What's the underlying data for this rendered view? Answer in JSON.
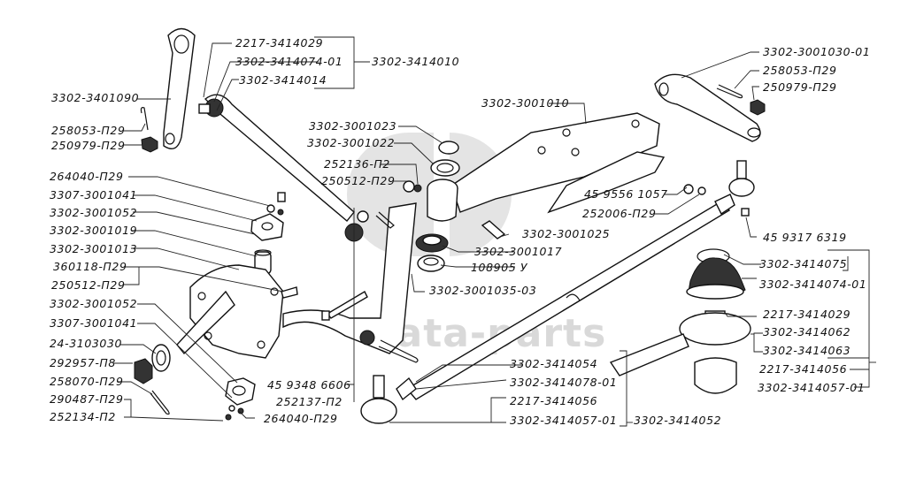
{
  "diagram": {
    "title": "",
    "watermark": "data-parts",
    "labels": {
      "l2217_3414029_top": "2217-3414029",
      "l3302_3414074_01_top": "3302-3414074-01",
      "l3302_3414010": "3302-3414010",
      "l3302_3414014": "3302-3414014",
      "l3302_3401090": "3302-3401090",
      "l258053_p29_left": "258053-П29",
      "l250979_p29_left": "250979-П29",
      "l264040_p29_a": "264040-П29",
      "l3307_3001041_a": "3307-3001041",
      "l3302_3001052_a": "3302-3001052",
      "l3302_3001019": "3302-3001019",
      "l3302_3001013": "3302-3001013",
      "l360118_p29": "360118-П29",
      "l250512_p29_a": "250512-П29",
      "l3302_3001052_b": "3302-3001052",
      "l3307_3001041_b": "3307-3001041",
      "l24_3103030": "24-3103030",
      "l292957_p8": "292957-П8",
      "l258070_p29": "258070-П29",
      "l290487_p29": "290487-П29",
      "l252134_p2": "252134-П2",
      "l3302_3001023": "3302-3001023",
      "l3302_3001022": "3302-3001022",
      "l252136_p2": "252136-П2",
      "l250512_p29_b": "250512-П29",
      "l3302_3001010": "3302-3001010",
      "l3302_3001030_01": "3302-3001030-01",
      "l258053_p29_right": "258053-П29",
      "l250979_p29_right": "250979-П29",
      "l45_9556_1057": "45 9556 1057",
      "l252006_p29": "252006-П29",
      "l45_9317_6319": "45 9317 6319",
      "l3302_3001025": "3302-3001025",
      "l3302_3001017": "3302-3001017",
      "l108905_u": "108905 У",
      "l3302_3001035_03": "3302-3001035-03",
      "l3302_3414075": "3302-3414075",
      "l3302_3414074_01_right": "3302-3414074-01",
      "l2217_3414029_right": "2217-3414029",
      "l3302_3414062": "3302-3414062",
      "l3302_3414063": "3302-3414063",
      "l2217_3414056_right": "2217-3414056",
      "l3302_3414057_01_right": "3302-3414057-01",
      "l45_9348_6606": "45 9348 6606",
      "l252137_p2": "252137-П2",
      "l264040_p29_b": "264040-П29",
      "l3302_3414054": "3302-3414054",
      "l3302_3414078_01": "3302-3414078-01",
      "l2217_3414056_bottom": "2217-3414056",
      "l3302_3414057_01_bottom": "3302-3414057-01",
      "l3302_3414052": "3302-3414052"
    }
  }
}
